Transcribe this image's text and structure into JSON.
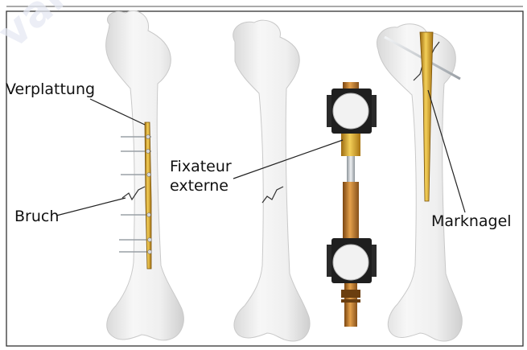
{
  "figure": {
    "labels": {
      "plating": "Verplattung",
      "fracture": "Bruch",
      "external_fixator_line1": "Fixateur",
      "external_fixator_line2": "externe",
      "intramedullary_nail": "Marknagel"
    },
    "watermark": "varle",
    "colors": {
      "frame": "#333333",
      "bone": "#ededed",
      "implant_gold": "#d9a520",
      "implant_copper": "#c9822a",
      "clamp_black": "#1e1e1e",
      "pin_steel": "#c8ccd0",
      "watermark": "#e8eaf2"
    }
  }
}
